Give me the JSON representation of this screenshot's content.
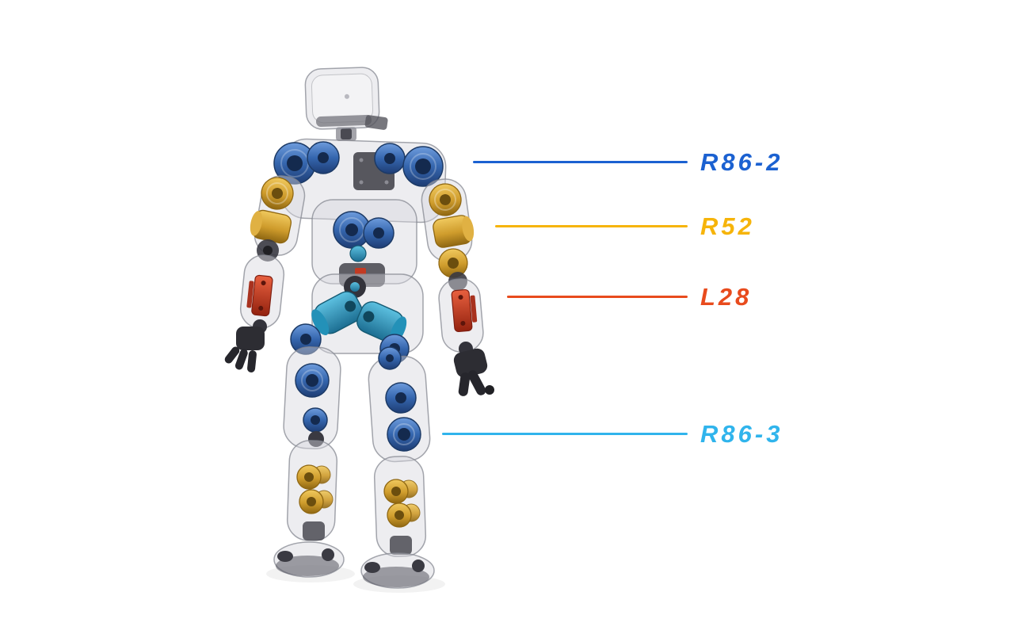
{
  "palette": {
    "page-bg": "#ffffff",
    "shell": "rgba(214,216,222,0.45)",
    "shell-edge": "rgba(134,136,146,0.75)",
    "actuator-blue": "#3566ae",
    "actuator-teal": "#2b8cb0",
    "actuator-gold": "#cf9c2c",
    "actuator-red": "#c23a22",
    "hardware-dark": "#3a3a42"
  },
  "callouts": [
    {
      "id": "r86-2",
      "label": "R86-2",
      "color": "#1b61d1"
    },
    {
      "id": "r52",
      "label": "R52",
      "color": "#f6b40a"
    },
    {
      "id": "l28",
      "label": "L28",
      "color": "#e84b1d"
    },
    {
      "id": "r86-3",
      "label": "R86-3",
      "color": "#30b4ec"
    }
  ]
}
